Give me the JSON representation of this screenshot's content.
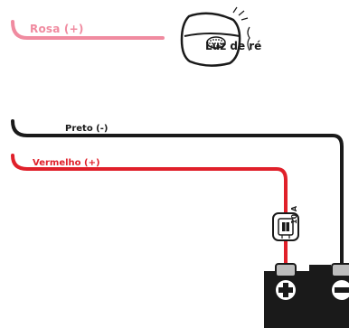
{
  "labels": {
    "rosa": "Rosa (+)",
    "luz": "Luz de ré",
    "preto": "Preto (-)",
    "vermelho": "Vermelho (+)",
    "fuse": "10 A"
  },
  "colors": {
    "pink": "#f08ba0",
    "black": "#1a1a1a",
    "red": "#e0202a",
    "gray": "#bdbdbd"
  },
  "icons": {
    "lamp": "reverse-light-lamp-icon",
    "fuse": "fuse-icon",
    "battery": "battery-icon",
    "plus": "plus-terminal-icon",
    "minus": "minus-terminal-icon"
  }
}
